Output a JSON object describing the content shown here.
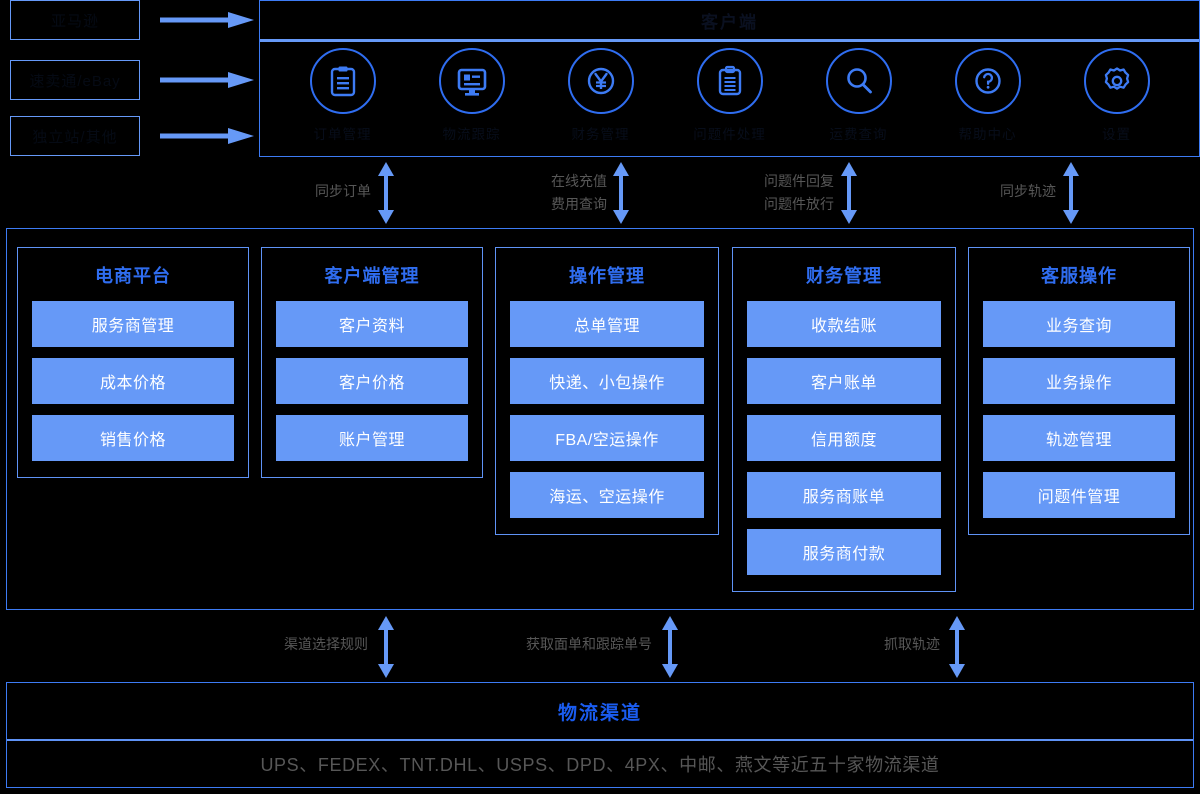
{
  "sources": [
    {
      "label": "亚马逊",
      "arrow": "arrow-right-icon"
    },
    {
      "label": "速卖通/eBay",
      "arrow": "arrow-right-icon"
    },
    {
      "label": "独立站/其他",
      "arrow": "arrow-right-icon"
    }
  ],
  "banner": {
    "title": "客户端",
    "icons": [
      {
        "name": "clipboard-list-icon",
        "label": "订单管理"
      },
      {
        "name": "monitor-icon",
        "label": "物流跟踪"
      },
      {
        "name": "yen-coin-icon",
        "label": "财务管理"
      },
      {
        "name": "clipboard-icon",
        "label": "问题件处理"
      },
      {
        "name": "search-icon",
        "label": "运费查询"
      },
      {
        "name": "question-mark-icon",
        "label": "帮助中心"
      },
      {
        "name": "gear-icon",
        "label": "设置"
      }
    ]
  },
  "upper_connectors": [
    {
      "lines": [
        "同步订单"
      ],
      "arrow": "double-arrow-vertical-icon"
    },
    {
      "lines": [
        "在线充值",
        "费用查询"
      ],
      "arrow": "double-arrow-vertical-icon"
    },
    {
      "lines": [
        "问题件回复",
        "问题件放行"
      ],
      "arrow": "double-arrow-vertical-icon"
    },
    {
      "lines": [
        "同步轨迹"
      ],
      "arrow": "double-arrow-vertical-icon"
    }
  ],
  "lower_connectors": [
    {
      "lines": [
        "渠道选择规则"
      ],
      "arrow": "double-arrow-vertical-icon"
    },
    {
      "lines": [
        "获取面单和跟踪单号"
      ],
      "arrow": "double-arrow-vertical-icon"
    },
    {
      "lines": [
        "抓取轨迹"
      ],
      "arrow": "double-arrow-vertical-icon"
    }
  ],
  "modules": [
    {
      "title": "电商平台",
      "items": [
        "服务商管理",
        "成本价格",
        "销售价格"
      ]
    },
    {
      "title": "客户端管理",
      "items": [
        "客户资料",
        "客户价格",
        "账户管理"
      ]
    },
    {
      "title": "操作管理",
      "items": [
        "总单管理",
        "快递、小包操作",
        "FBA/空运操作",
        "海运、空运操作"
      ]
    },
    {
      "title": "财务管理",
      "items": [
        "收款结账",
        "客户账单",
        "信用额度",
        "服务商账单",
        "服务商付款"
      ]
    },
    {
      "title": "客服操作",
      "items": [
        "业务查询",
        "业务操作",
        "轨迹管理",
        "问题件管理"
      ]
    }
  ],
  "channel": {
    "title": "物流渠道",
    "providers": "UPS、FEDEX、TNT.DHL、USPS、DPD、4PX、中邮、燕文等近五十家物流渠道"
  },
  "colors": {
    "accent_blue": "#3d7bf4",
    "light_blue": "#6699f7",
    "chip_blue": "#6699f7",
    "title_blue": "#2f6df0",
    "label_gray": "#575757",
    "background": "#000000"
  }
}
